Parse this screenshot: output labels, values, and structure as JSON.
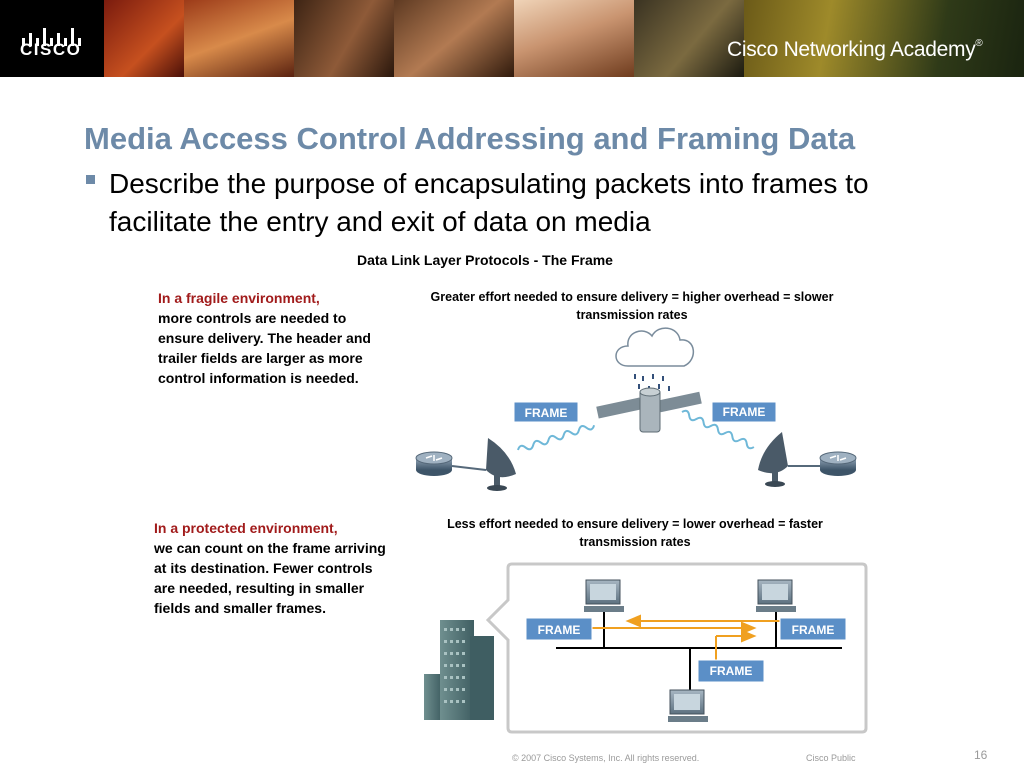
{
  "header": {
    "logo_text": "CISCO",
    "academy_brand": "Cisco",
    "academy_name": "Networking Academy",
    "registered_mark": "®"
  },
  "slide": {
    "title": "Media Access Control Addressing and Framing Data",
    "bullet": "Describe the purpose of encapsulating packets into frames to facilitate the entry and exit of data on media",
    "diagram_title": "Data Link Layer Protocols - The Frame",
    "fragile": {
      "heading": "In a fragile environment,",
      "body": "more controls are needed to ensure delivery. The header and trailer fields are larger as more control information is needed.",
      "caption": "Greater effort needed to ensure delivery = higher overhead = slower transmission rates",
      "frame_left": "FRAME",
      "frame_right": "FRAME"
    },
    "protected": {
      "heading": "In a protected environment,",
      "body": "we can count on the frame arriving at its destination. Fewer controls are needed, resulting in smaller fields and smaller frames.",
      "caption": "Less effort needed to ensure delivery = lower overhead = faster transmission rates",
      "frame_left": "FRAME",
      "frame_right": "FRAME",
      "frame_bottom": "FRAME"
    },
    "colors": {
      "title": "#6d8aa8",
      "heading_red": "#a11b1b",
      "frame_box": "#5b8fc7",
      "arrow_orange": "#f0a020"
    }
  },
  "footer": {
    "copyright": "© 2007 Cisco Systems, Inc. All rights reserved.",
    "classification": "Cisco Public",
    "page_number": "16"
  }
}
